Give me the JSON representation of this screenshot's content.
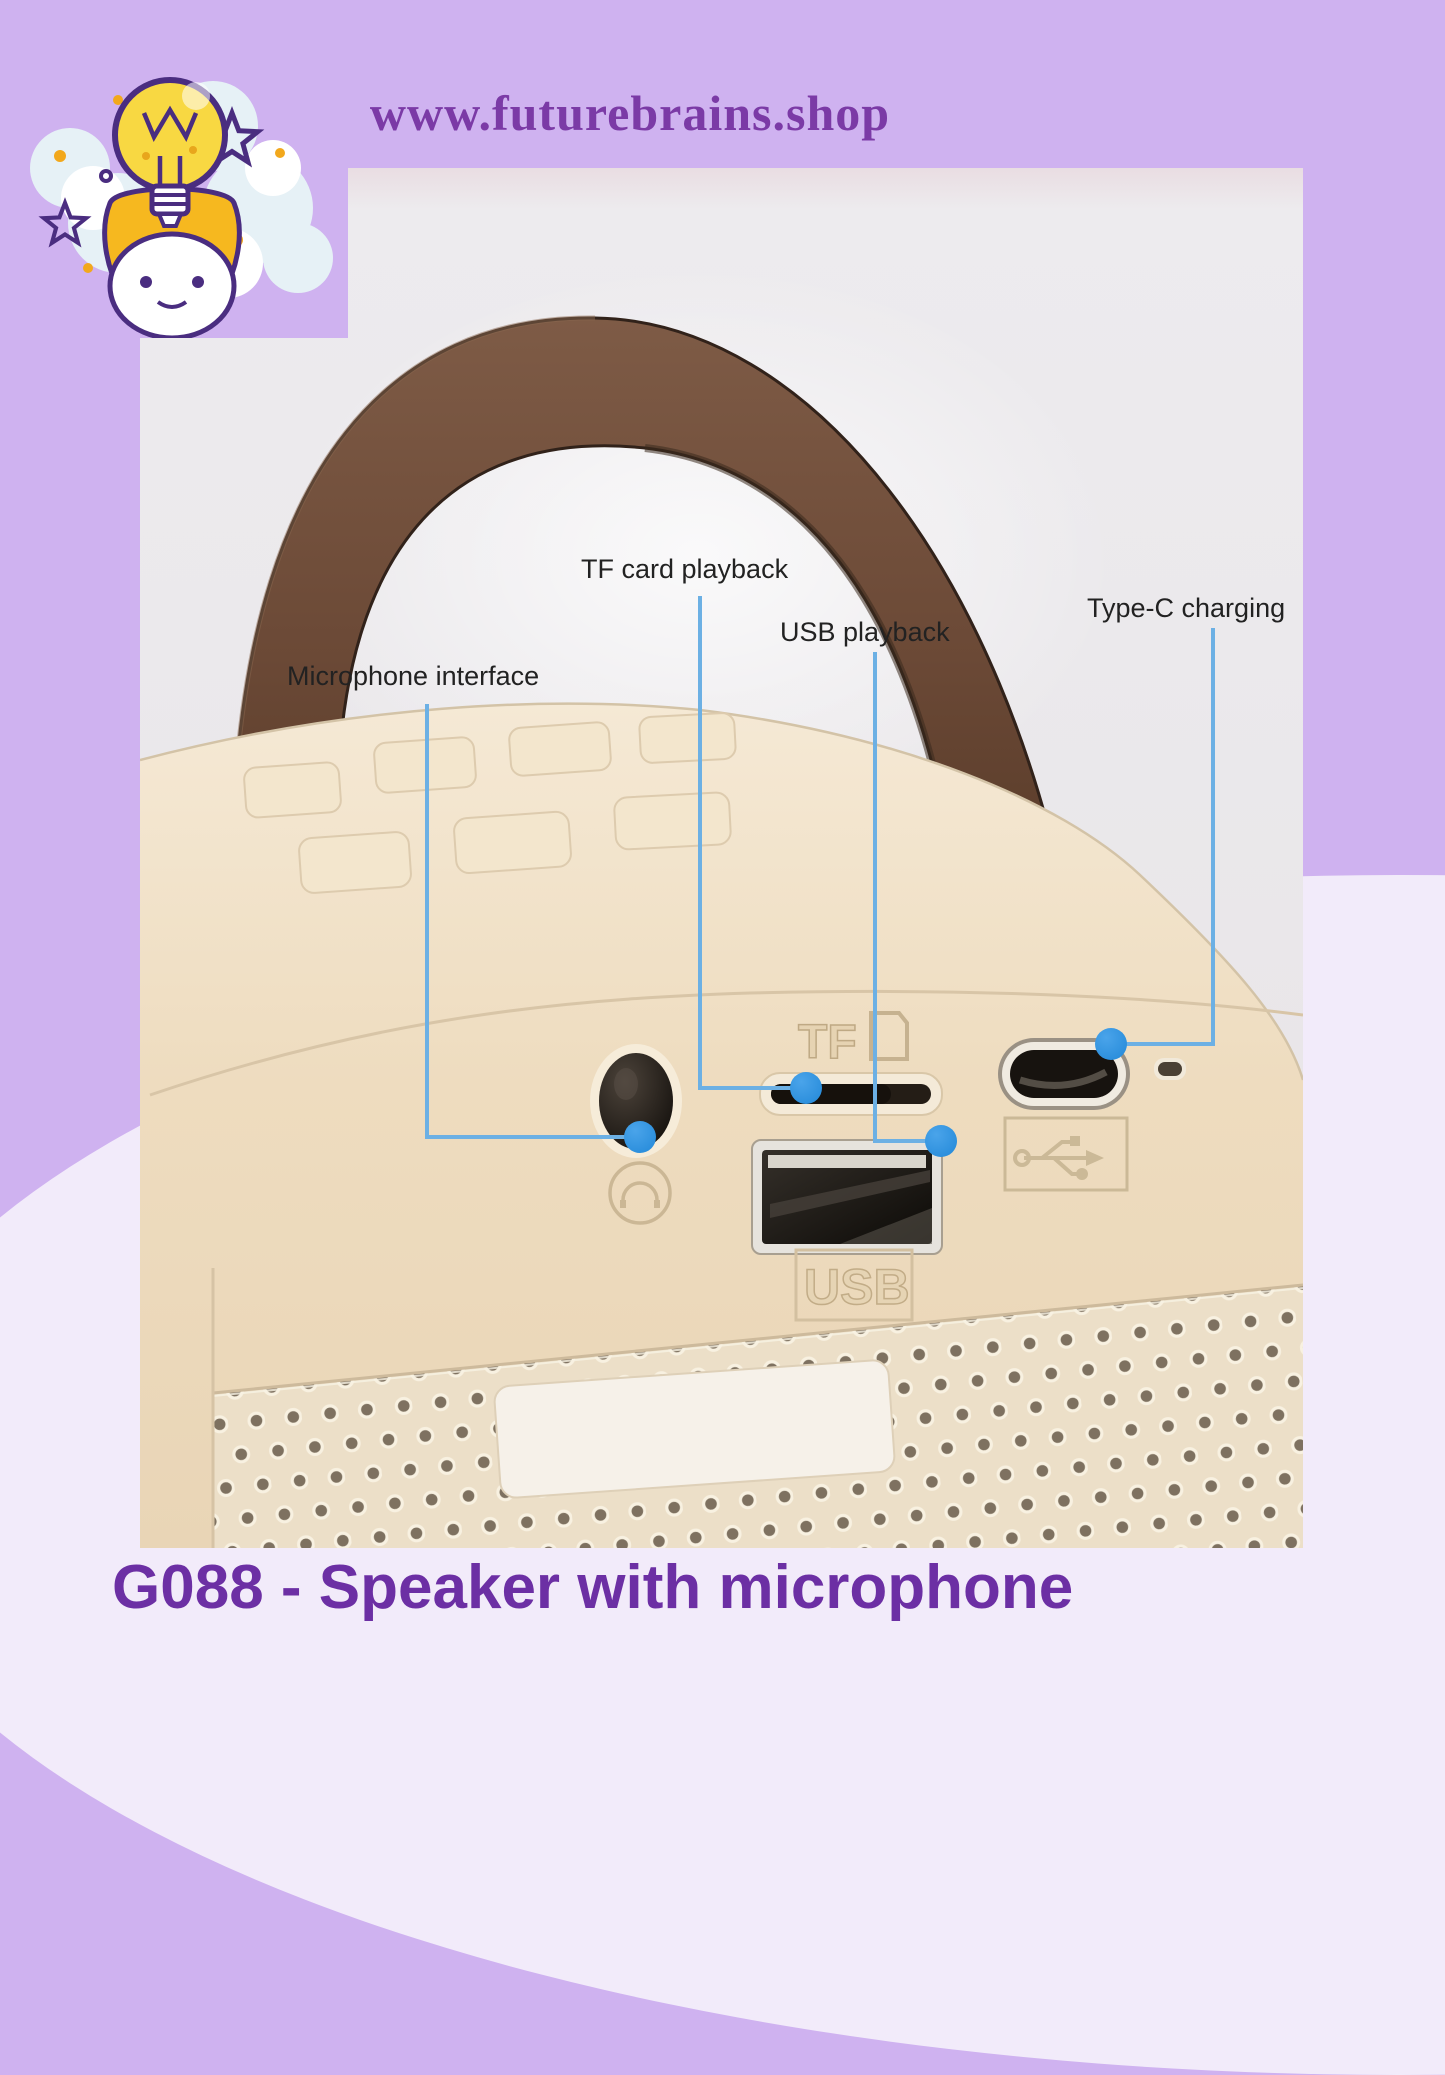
{
  "brand": {
    "url": "www.futurebrains.shop",
    "logo": "futurebrains-kid-lightbulb-logo"
  },
  "product_photo": {
    "description": "beige karaoke speaker with brown leather handle, rear port panel",
    "annotations": [
      {
        "id": "microphone",
        "label": "Microphone interface"
      },
      {
        "id": "tf-card",
        "label": "TF card playback"
      },
      {
        "id": "usb",
        "label": "USB playback"
      },
      {
        "id": "type-c",
        "label": "Type-C charging"
      }
    ],
    "embossed": {
      "tf": "TF",
      "usb": "USB"
    }
  },
  "footer": {
    "title": "G088 - Speaker with microphone"
  },
  "colors": {
    "background": "#cfb2f0",
    "bottom_blob": "#f2ebfa",
    "url_text": "#7b3aa6",
    "title_text": "#6c2fa4",
    "label_text": "#222222",
    "callout_line": "#6cb0e4",
    "callout_dot": "#2f96e4",
    "handle_brown": "#6e4c39",
    "speaker_cream": "#eeddc2"
  }
}
